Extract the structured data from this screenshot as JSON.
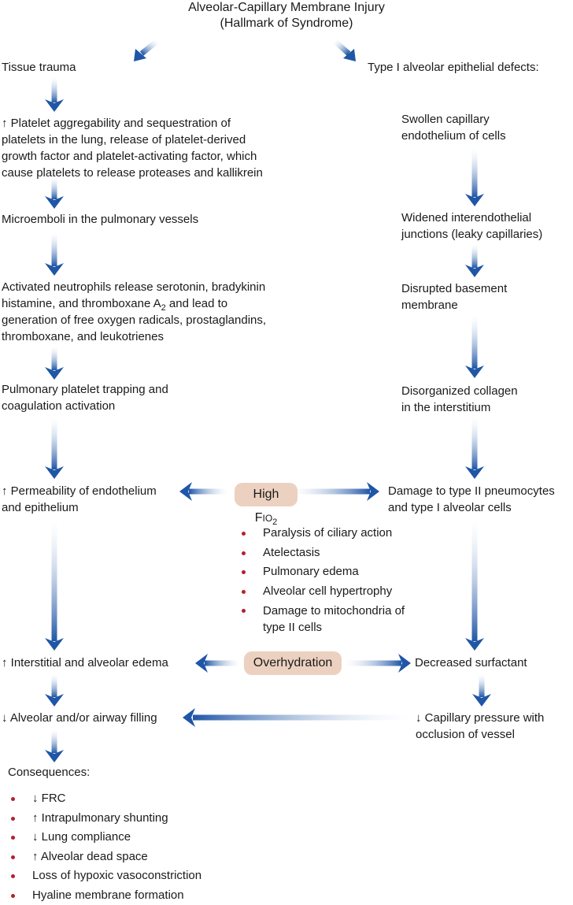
{
  "title": {
    "line1": "Alveolar-Capillary Membrane Injury",
    "line2": "(Hallmark of Syndrome)"
  },
  "left": {
    "tissue_trauma": "Tissue trauma",
    "platelet": [
      "↑ Platelet aggregability and sequestration of",
      "platelets in the lung, release of platelet-derived",
      "growth factor and platelet-activating factor, which",
      "cause platelets to release proteases and kallikrein"
    ],
    "microemboli": "Microemboli in the pulmonary vessels",
    "neutrophils": {
      "line1": "Activated neutrophils release serotonin, bradykinin",
      "line2_pre": "histamine, and thromboxane A",
      "line2_sub": "2",
      "line2_post": " and lead to",
      "line3": "generation of free oxygen radicals, prostaglandins,",
      "line4": "thromboxane, and leukotrienes"
    },
    "trapping": [
      "Pulmonary platelet trapping and",
      "coagulation activation"
    ],
    "permeability": [
      "↑ Permeability of endothelium",
      "and epithelium"
    ],
    "edema": "↑ Interstitial and alveolar edema",
    "filling": "↓ Alveolar and/or airway filling",
    "consequences_label": "Consequences:",
    "consequences": [
      "↓ FRC",
      "↑ Intrapulmonary shunting",
      "↓ Lung compliance",
      "↑ Alveolar dead space",
      "Loss of hypoxic vasoconstriction",
      "Hyaline membrane formation"
    ]
  },
  "right": {
    "type1_defects": "Type I alveolar epithelial defects:",
    "swollen": [
      "Swollen capillary",
      "endothelium of cells"
    ],
    "widened": [
      "Widened interendothelial",
      "junctions (leaky capillaries)"
    ],
    "basement": [
      "Disrupted basement",
      "membrane"
    ],
    "collagen": [
      "Disorganized collagen",
      "in the interstitium"
    ],
    "damage": [
      "Damage to type II pneumocytes",
      "and type I alveolar cells"
    ],
    "surfactant": "Decreased surfactant",
    "capillary": [
      "↓ Capillary pressure with",
      "occlusion of vessel"
    ]
  },
  "center": {
    "high_fio2": {
      "pre": "High F",
      "small_caps": "IO",
      "sub": "2"
    },
    "fio2_effects": [
      "Paralysis of ciliary action",
      "Atelectasis",
      "Pulmonary edema",
      "Alveolar cell hypertrophy",
      "Damage to mitochondria of",
      "type II cells"
    ],
    "overhydration": "Overhydration"
  },
  "colors": {
    "arrow_dark": "#1f56a6",
    "arrow_light": "#dfe8f5",
    "pill_bg": "#ecd1c0",
    "bullet": "#b3202f",
    "text": "#1a1a1a"
  }
}
